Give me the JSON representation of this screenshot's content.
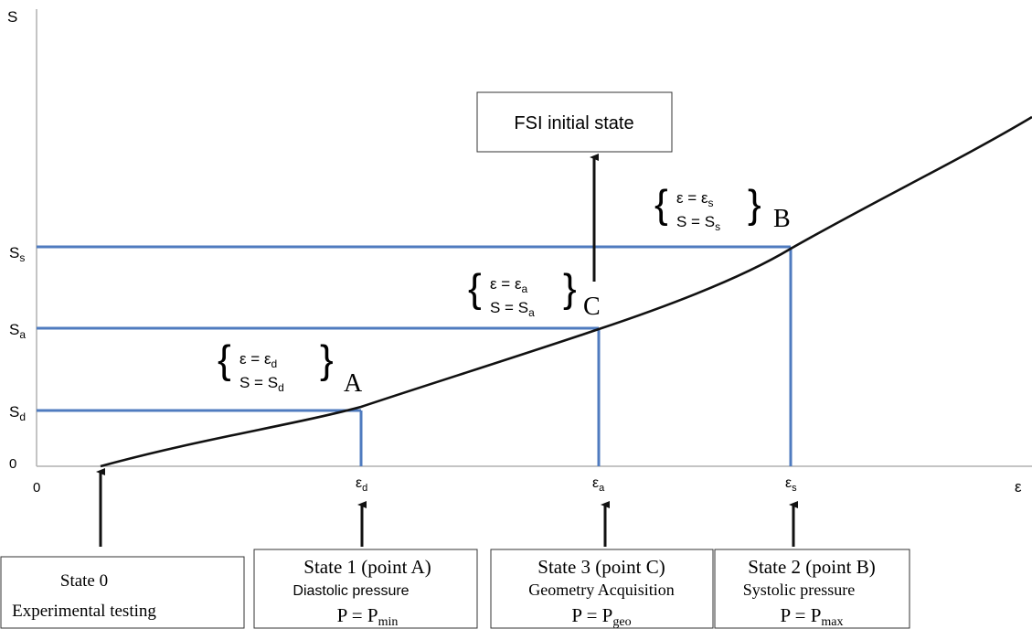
{
  "axes": {
    "y_title": "S",
    "x_title": "ε",
    "origin_x": "0",
    "origin_y": "0",
    "y_ticks": [
      {
        "base": "S",
        "sub": "d"
      },
      {
        "base": "S",
        "sub": "a"
      },
      {
        "base": "S",
        "sub": "s"
      }
    ],
    "x_ticks": [
      {
        "base": "ε",
        "sub": "d"
      },
      {
        "base": "ε",
        "sub": "a"
      },
      {
        "base": "ε",
        "sub": "s"
      }
    ]
  },
  "points": [
    {
      "letter": "A",
      "eps_line": "ε = ε",
      "eps_sub": "d",
      "s_line": "S = S",
      "s_sub": "d"
    },
    {
      "letter": "C",
      "eps_line": "ε = ε",
      "eps_sub": "a",
      "s_line": "S = S",
      "s_sub": "a"
    },
    {
      "letter": "B",
      "eps_line": "ε = ε",
      "eps_sub": "s",
      "s_line": "S = S",
      "s_sub": "s"
    }
  ],
  "fsi_box": "FSI initial state",
  "states": [
    {
      "line1": "State 0",
      "line2": "Experimental testing",
      "p_eq": "",
      "p_sub": ""
    },
    {
      "line1": "State 1 (point A)",
      "line2": "Diastolic pressure",
      "p_eq": "P = P",
      "p_sub": "min"
    },
    {
      "line1": "State 3 (point C)",
      "line2": "Geometry Acquisition",
      "p_eq": "P = P",
      "p_sub": "geo"
    },
    {
      "line1": "State 2 (point B)",
      "line2": "Systolic pressure",
      "p_eq": "P = P",
      "p_sub": "max"
    }
  ],
  "colors": {
    "guide_lines": "#4f7bbf",
    "curve": "#111111",
    "axis": "#b0b0b0"
  }
}
